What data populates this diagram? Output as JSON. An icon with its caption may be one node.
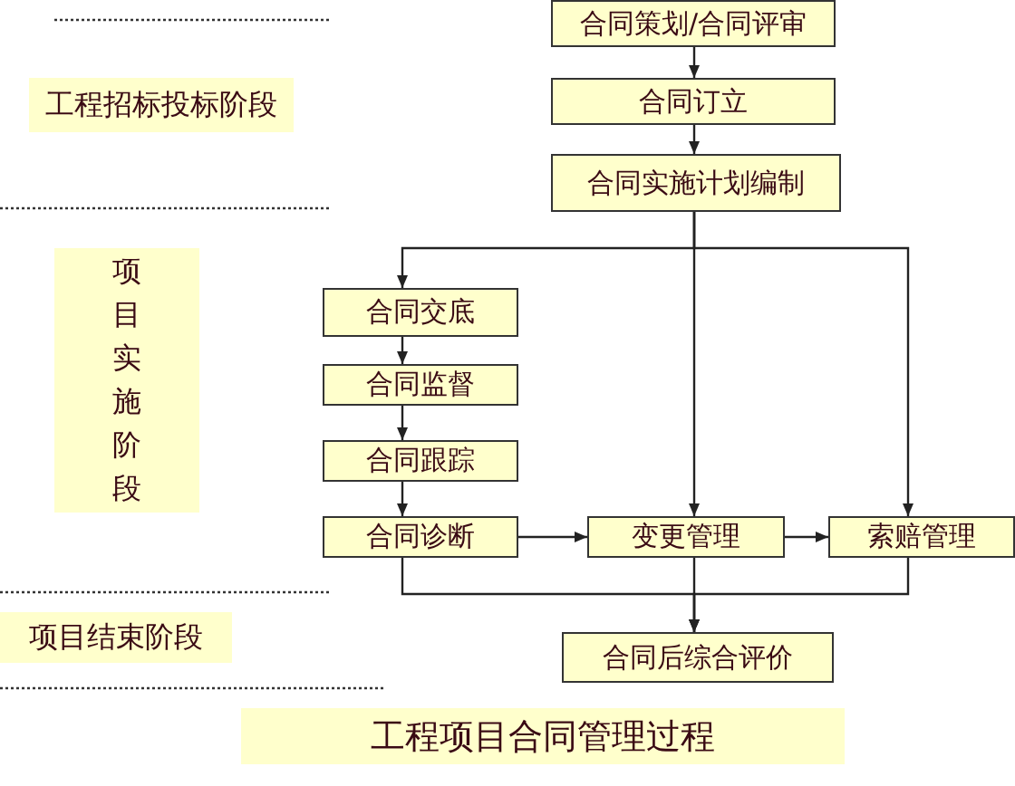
{
  "diagram": {
    "title": "工程项目合同管理过程",
    "nodes": [
      {
        "text": [
          "合同策划/合同评审"
        ]
      },
      {
        "text": [
          "工程招标投标阶段"
        ]
      },
      {
        "text": [
          "合同订立"
        ]
      },
      {
        "text": [
          "合同实施计划编制"
        ]
      },
      {
        "text": [
          "项目实施阶段"
        ]
      },
      {
        "text": [
          "合同交底"
        ]
      },
      {
        "text": [
          "合同监督"
        ]
      },
      {
        "text": [
          "合同跟踪"
        ]
      },
      {
        "text": [
          "合同诊断"
        ]
      },
      {
        "text": [
          "变更管理"
        ]
      },
      {
        "text": [
          "索赔管理"
        ]
      },
      {
        "text": [
          "项目结束阶段"
        ]
      },
      {
        "text": [
          "合同后综合评价"
        ]
      }
    ],
    "edges": [
      {
        "from": 0,
        "to": 2,
        "arrow": "to"
      },
      {
        "from": 2,
        "to": 3,
        "arrow": "to"
      },
      {
        "from": 3,
        "to": 5,
        "arrow": "to"
      },
      {
        "from": 3,
        "to": 9,
        "arrow": "to"
      },
      {
        "from": 3,
        "to": 10,
        "arrow": "to"
      },
      {
        "from": 5,
        "to": 6,
        "arrow": "to"
      },
      {
        "from": 6,
        "to": 7,
        "arrow": "to"
      },
      {
        "from": 7,
        "to": 8,
        "arrow": "to"
      },
      {
        "from": 8,
        "to": 9,
        "arrow": "to"
      },
      {
        "from": 9,
        "to": 10,
        "arrow": "to"
      },
      {
        "from": 8,
        "to": 12,
        "arrow": "to"
      },
      {
        "from": 9,
        "to": 12,
        "arrow": "to"
      },
      {
        "from": 10,
        "to": 12,
        "arrow": "to"
      }
    ]
  }
}
